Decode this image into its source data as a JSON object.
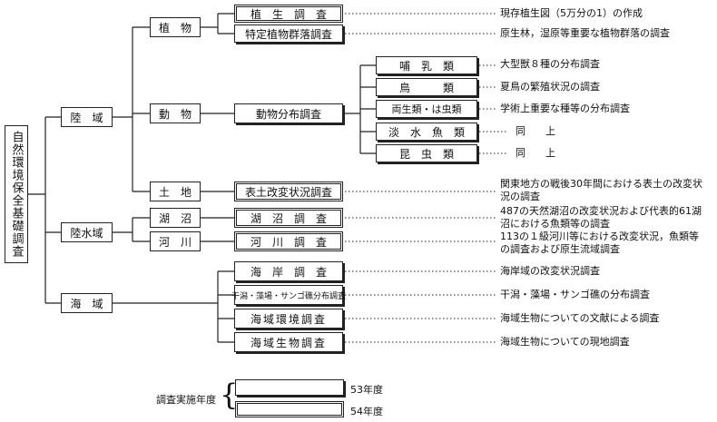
{
  "root": "自然環境保全基礎調査",
  "level1": {
    "land": "陸　域",
    "inland_water": "陸水域",
    "sea": "海　域"
  },
  "level2": {
    "vegetation": "植　物",
    "animals": "動　物",
    "soil": "土　地",
    "lakes": "湖　沼",
    "rivers": "河　川"
  },
  "surveys": {
    "vegetation_survey": "植　生　調　査",
    "plant_community": "特定植物群落調査",
    "animal_distribution": "動物分布調査",
    "topsoil": "表土改変状況調査",
    "lake_survey": "湖　沼　調　査",
    "river_survey": "河　川　調　査",
    "coast_survey": "海　岸　調　査",
    "tidal_flat": "干潟・藻場・サンゴ礁分布調査",
    "marine_env": "海域環境調査",
    "marine_bio": "海域生物調査"
  },
  "animal_groups": {
    "mammals": "哺　乳　類",
    "birds": "鳥　　　類",
    "amphibians": "両生類・は虫類",
    "freshwater_fish": "淡　水　魚　類",
    "insects": "昆　虫　類"
  },
  "notes": {
    "vegetation_survey": "現存植生図（5万分の1）の作成",
    "plant_community": "原生林，湿原等重要な植物群落の調査",
    "mammals": "大型獣８種の分布調査",
    "birds": "夏鳥の繁殖状況の調査",
    "amphibians": "学術上重要な種等の分布調査",
    "freshwater_fish": "同　　上",
    "insects": "同　　上",
    "topsoil_1": "関東地方の戦後30年間における表土の改変状",
    "topsoil_2": "況の調査",
    "lake_1": "487の天然湖沼の改変状況および代表的61湖",
    "lake_2": "沼における魚類等の調査",
    "river_1": "113の１級河川等における改変状況，魚類等",
    "river_2": "の調査および原生流域調査",
    "coast_survey": "海岸域の改変状況調査",
    "tidal_flat": "干潟・藻場・サンゴ礁の分布調査",
    "marine_env": "海域生物についての文献による調査",
    "marine_bio": "海域生物についての現地調査"
  },
  "legend": {
    "title": "調査実施年度",
    "year53": "53年度",
    "year54": "54年度"
  }
}
